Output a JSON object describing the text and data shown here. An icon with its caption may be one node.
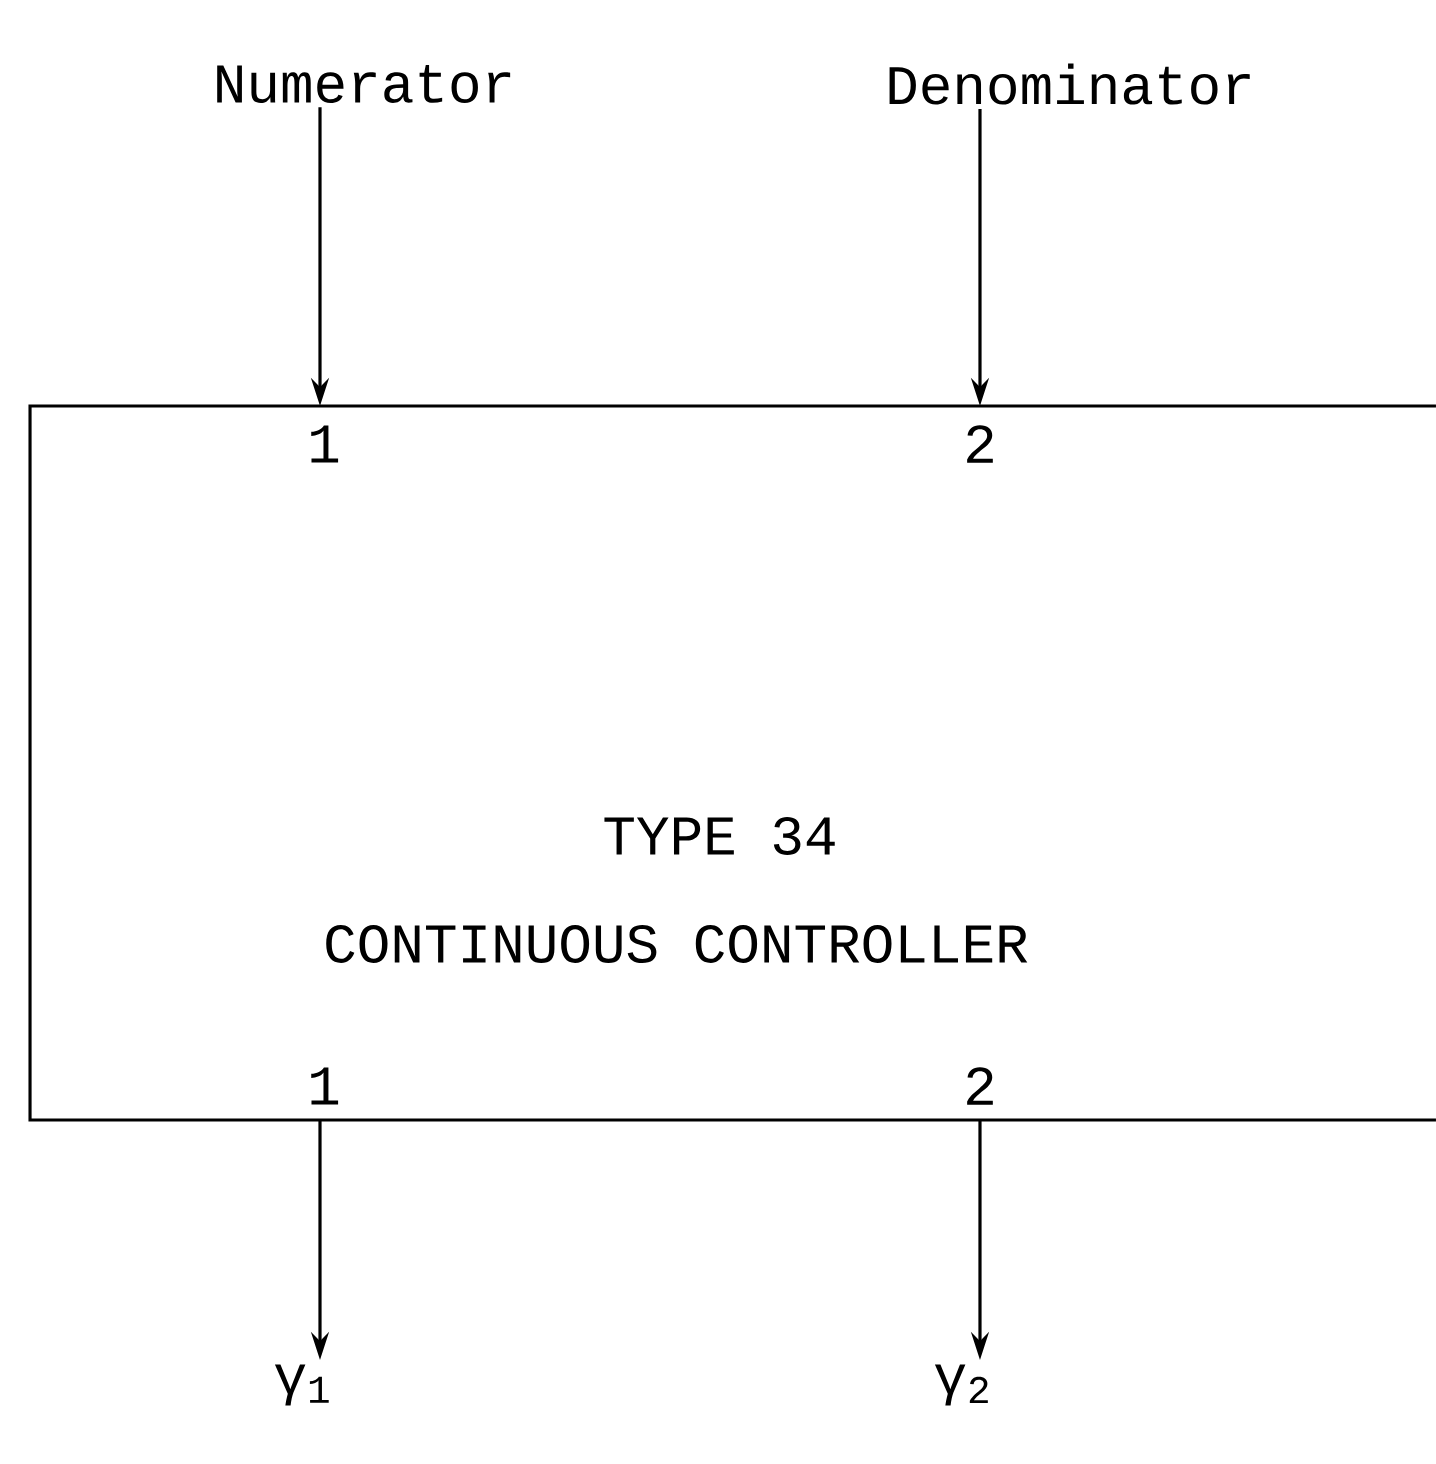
{
  "diagram": {
    "nodes": [
      {
        "text": [
          "Numerator"
        ]
      },
      {
        "text": [
          "Denominator"
        ]
      },
      {
        "text": [
          "TYPE 34",
          "CONTINUOUS CONTROLLER"
        ]
      },
      {
        "text": [
          "γ$_{1}$"
        ]
      },
      {
        "text": [
          "γ$_{2}$"
        ]
      }
    ],
    "edges": [
      {
        "from": 0,
        "to": 2,
        "arrow": "to"
      },
      {
        "from": 1,
        "to": 2,
        "arrow": "to"
      },
      {
        "from": 2,
        "to": 3,
        "arrow": "to"
      },
      {
        "from": 2,
        "to": 4,
        "arrow": "to"
      }
    ],
    "labels": [
      "1",
      "2",
      "1",
      "2"
    ]
  }
}
